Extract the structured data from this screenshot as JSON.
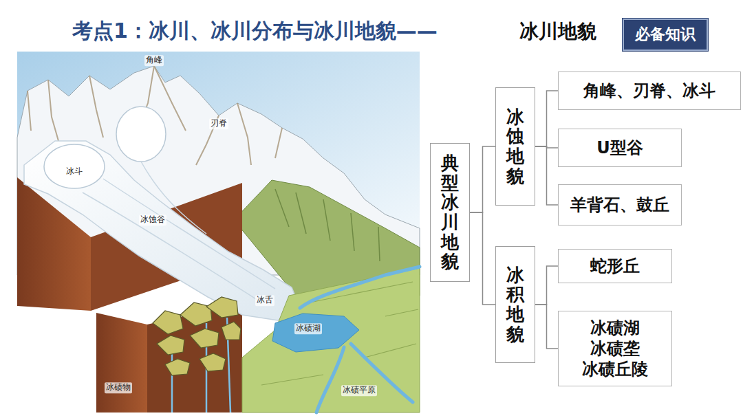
{
  "diagram": {
    "title": "考点1：冰川、冰川分布与冰川地貌——",
    "nodes": [
      {
        "text": [
          "必备知识"
        ]
      },
      {
        "text": [
          "典型冰川地貌"
        ]
      },
      {
        "text": [
          "冰蚀地貌"
        ]
      },
      {
        "text": [
          "角峰、刃脊、冰斗"
        ]
      },
      {
        "text": [
          "U型谷"
        ]
      },
      {
        "text": [
          "羊背石、鼓丘"
        ]
      },
      {
        "text": [
          "冰积地貌"
        ]
      },
      {
        "text": [
          "蛇形丘"
        ]
      },
      {
        "text": [
          "冰碛湖",
          "冰碛垄",
          "冰碛丘陵"
        ]
      }
    ],
    "edges": [
      {
        "from": 1,
        "to": 2,
        "arrow": "none"
      },
      {
        "from": 1,
        "to": 6,
        "arrow": "none"
      },
      {
        "from": 2,
        "to": 3,
        "arrow": "none"
      },
      {
        "from": 2,
        "to": 4,
        "arrow": "none"
      },
      {
        "from": 2,
        "to": 5,
        "arrow": "none"
      },
      {
        "from": 6,
        "to": 7,
        "arrow": "none"
      },
      {
        "from": 6,
        "to": 8,
        "arrow": "none"
      }
    ],
    "labels": [
      "冰川地貌",
      "角峰",
      "刃脊",
      "冰斗",
      "冰蚀谷",
      "冰舌",
      "冰碛湖",
      "冰碛物",
      "冰碛平原"
    ]
  }
}
